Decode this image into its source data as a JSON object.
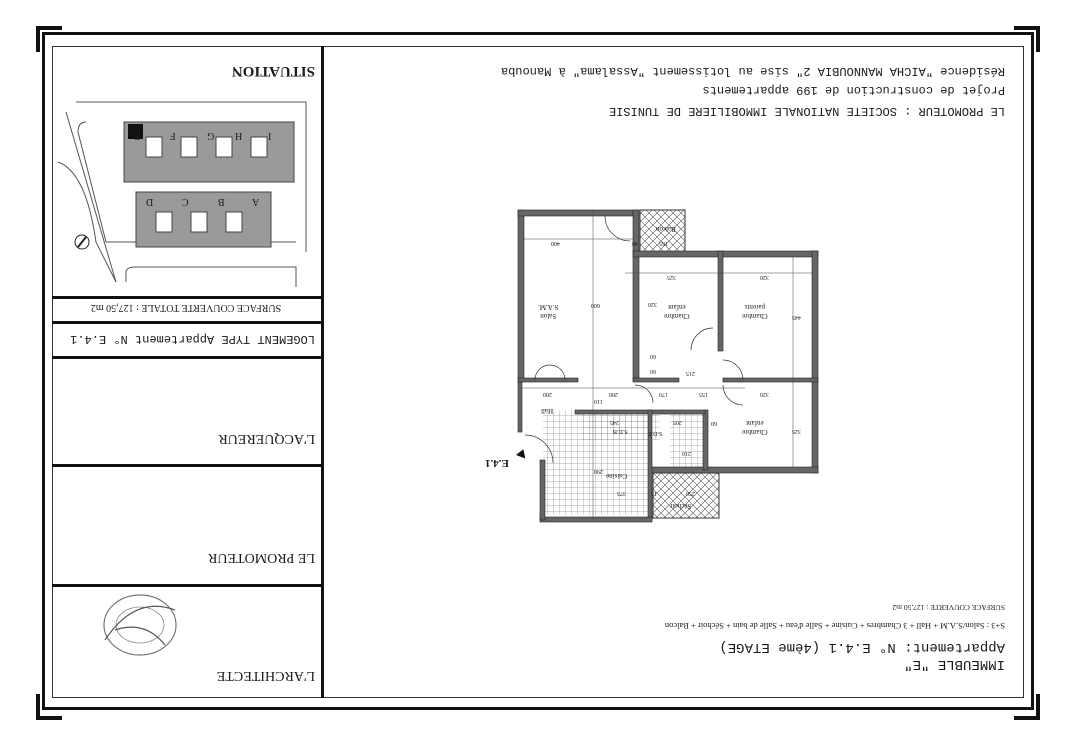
{
  "header": {
    "promoteur_line": "LE PROMOTEUR : SOCIETE NATIONALE IMMOBILIERE DE TUNISIE",
    "projet_line": "Projet de construction de 199 appartements",
    "residence_line": "Résidence \"AICHA MANNOUBIA 2\" sise au lotissement \"Assalama\" à Manouba"
  },
  "footer": {
    "immeuble": "IMMEUBLE \"E\"",
    "appartement": "Appartement: N° E.4.1 (4ème ETAGE)",
    "composition": "S+3 : Salon/S.A.M + Hall + 3 Chambres + Cuisine + Salle d'eau + Salle de bain + Séchoir + Balcon",
    "surface": "SURFACE COUVERTE : 127,50 m2"
  },
  "sidebar": {
    "situation_title": "SITUATION",
    "site_letters_top": [
      "E",
      "F",
      "G",
      "H",
      "I"
    ],
    "site_letters_bottom": [
      "D",
      "C",
      "B",
      "A"
    ],
    "surface_totale": "SURFACE COUVERTE TOTALE : 127,50 m2",
    "logement_type": "LOGEMENT TYPE Appartement N° E.4.1",
    "acquereur": "L'ACQUEREUR",
    "promoteur": "LE PROMOTEUR",
    "architecte": "L'ARCHITECTE"
  },
  "plan": {
    "unit_label": "E.4.1",
    "rooms": {
      "salon": "Salon",
      "sam": "S.A.M.",
      "chambre": "Chambre",
      "enfant": "enfant",
      "parents": "parents",
      "hall": "Hall",
      "cuisine": "Cuisine",
      "sdb": "S.D.B",
      "sde": "S.D.E",
      "sechoir": "Séchoir",
      "balcon": "Balcon"
    },
    "dims": {
      "d400": "400",
      "d600": "600",
      "d325a": "325",
      "d320a": "320",
      "d445": "445",
      "d320b": "320",
      "d320c": "320",
      "d325b": "325",
      "d200a": "200",
      "d200b": "200",
      "d170": "170",
      "d155": "155",
      "d215": "215",
      "d110": "110",
      "d290": "290",
      "d245": "245",
      "d205": "205",
      "d60a": "60",
      "d60b": "60",
      "d60c": "60",
      "d40": "40",
      "d165": "165",
      "d375": "375",
      "d250": "250",
      "d15": "15",
      "d210": "210"
    }
  }
}
